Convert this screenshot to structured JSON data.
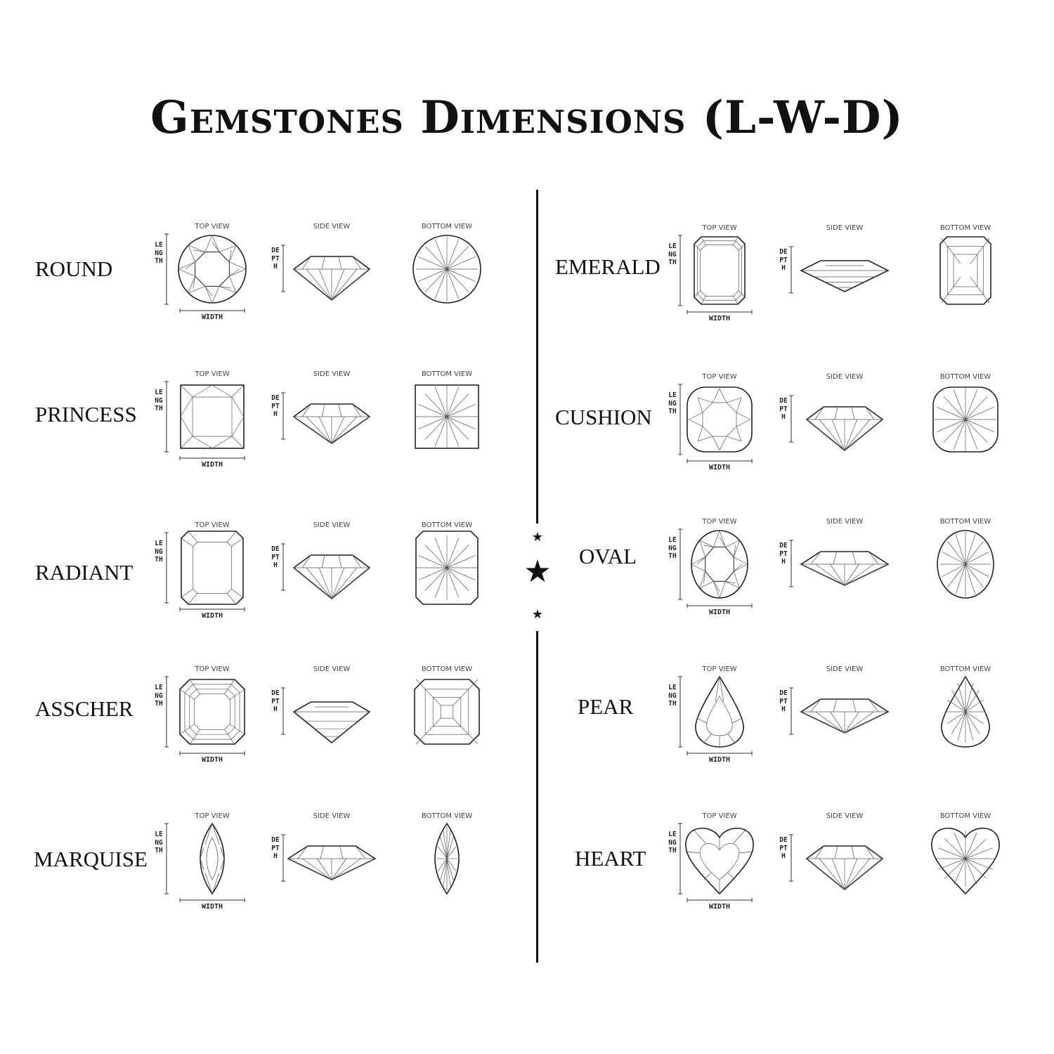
{
  "title": "Gemstones Dimensions (L-W-D)",
  "view_labels": {
    "top": "TOP VIEW",
    "side": "SIDE VIEW",
    "bottom": "BOTTOM VIEW"
  },
  "dimension_labels": {
    "length": "LENGTH",
    "width": "WIDTH",
    "depth": "DEPTH"
  },
  "shapes": [
    {
      "name": "ROUND",
      "key": "round"
    },
    {
      "name": "PRINCESS",
      "key": "princess"
    },
    {
      "name": "RADIANT",
      "key": "radiant"
    },
    {
      "name": "ASSCHER",
      "key": "asscher"
    },
    {
      "name": "MARQUISE",
      "key": "marquise"
    },
    {
      "name": "EMERALD",
      "key": "emerald"
    },
    {
      "name": "CUSHION",
      "key": "cushion"
    },
    {
      "name": "OVAL",
      "key": "oval"
    },
    {
      "name": "PEAR",
      "key": "pear"
    },
    {
      "name": "HEART",
      "key": "heart"
    }
  ]
}
